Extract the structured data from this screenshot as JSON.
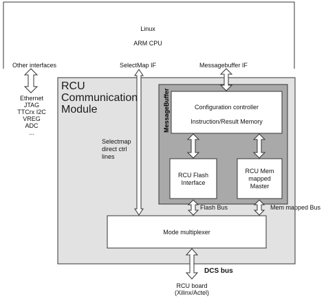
{
  "outer_box": {
    "title_line1": "Linux",
    "title_line2": "ARM CPU"
  },
  "interfaces": {
    "other": "Other interfaces",
    "selectmap": "SelectMap IF",
    "messagebuffer": "Messagebuffer IF",
    "other_list": [
      "Ethernet",
      "JTAG",
      "TTCrx I2C",
      "VREG",
      "ADC",
      "..."
    ]
  },
  "rcu_module": {
    "title_lines": [
      "RCU",
      "Communication",
      "Module"
    ],
    "selectmap_lines": [
      "Selectmap",
      "direct ctrl",
      "lines"
    ]
  },
  "message_buffer": {
    "label": "MessageBuffer",
    "config_ctrl": "Configuration controller",
    "instr_mem": "Instruction/Result Memory",
    "flash_lines": [
      "RCU Flash",
      "Interface"
    ],
    "mem_master_lines": [
      "RCU Mem",
      "mapped",
      "Master"
    ]
  },
  "buses": {
    "flash": "Flash Bus",
    "mem_mapped": "Mem mapped Bus",
    "dcs": "DCS bus"
  },
  "mode_mux": "Mode multiplexer",
  "rcu_board_lines": [
    "RCU board",
    "(Xilinx/Actel)"
  ],
  "colors": {
    "module_fill": "#e2e2e2",
    "buffer_fill": "#a9a9a9",
    "box_fill": "#ffffff",
    "line": "#333333"
  }
}
